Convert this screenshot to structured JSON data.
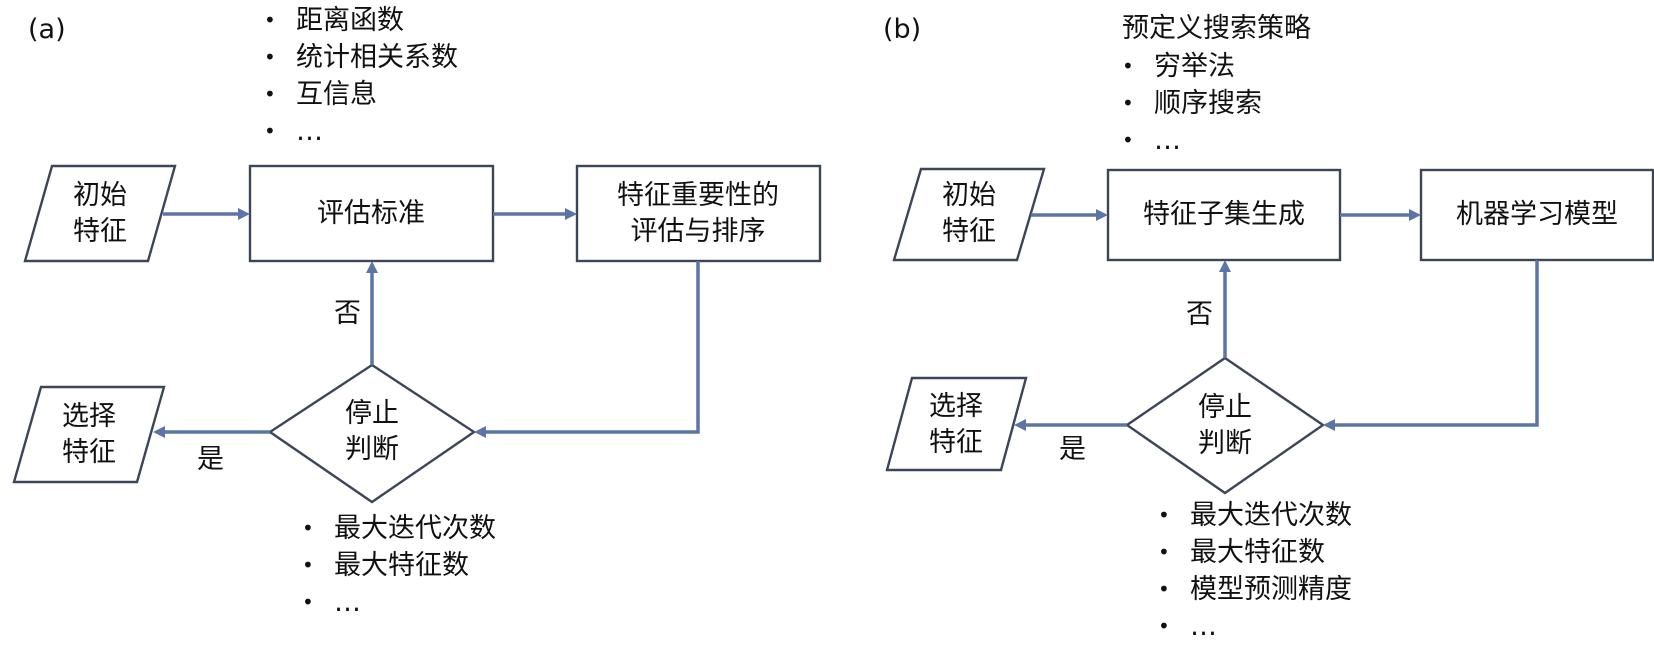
{
  "panel_a": {
    "tag": "(a)",
    "criteria_list": [
      "距离函数",
      "统计相关系数",
      "互信息",
      "…"
    ],
    "input_node": [
      "初始",
      "特征"
    ],
    "evaluate_node": "评估标准",
    "rank_node": [
      "特征重要性的",
      "评估与排序"
    ],
    "stop_node": [
      "停止",
      "判断"
    ],
    "output_node": [
      "选择",
      "特征"
    ],
    "no_label": "否",
    "yes_label": "是",
    "stop_list": [
      "最大迭代次数",
      "最大特征数",
      "…"
    ]
  },
  "panel_b": {
    "tag": "(b)",
    "strategy_title": "预定义搜索策略",
    "strategy_list": [
      "穷举法",
      "顺序搜索",
      "…"
    ],
    "input_node": [
      "初始",
      "特征"
    ],
    "subset_node": "特征子集生成",
    "model_node": "机器学习模型",
    "stop_node": [
      "停止",
      "判断"
    ],
    "output_node": [
      "选择",
      "特征"
    ],
    "no_label": "否",
    "yes_label": "是",
    "stop_list": [
      "最大迭代次数",
      "最大特征数",
      "模型预测精度",
      "…"
    ]
  }
}
